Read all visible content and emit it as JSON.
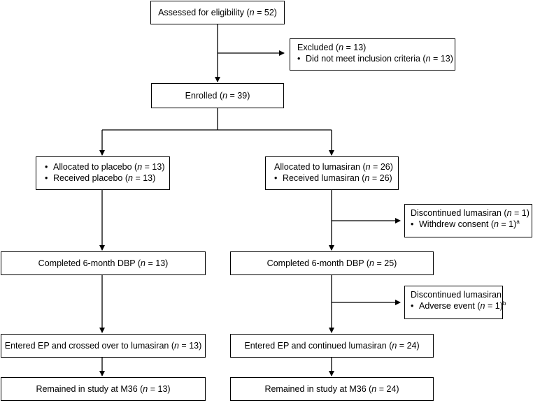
{
  "assessed": {
    "pre": "Assessed for eligibility (",
    "n": "n",
    "post": " = 52)"
  },
  "excluded": {
    "title": {
      "pre": "Excluded (",
      "n": "n",
      "post": " = 13)"
    },
    "items": [
      {
        "bullet": "•",
        "pre": "Did not meet inclusion criteria (",
        "n": "n",
        "post": " = 13)"
      }
    ]
  },
  "enrolled": {
    "pre": "Enrolled (",
    "n": "n",
    "post": " = 39)"
  },
  "placebo_alloc": {
    "items": [
      {
        "bullet": "•",
        "pre": "Allocated to placebo (",
        "n": "n",
        "post": " = 13)"
      },
      {
        "bullet": "•",
        "pre": "Received placebo  (",
        "n": "n",
        "post": " = 13)"
      }
    ]
  },
  "lumasiran_alloc": {
    "title": {
      "pre": "Allocated to lumasiran (",
      "n": "n",
      "post": " = 26)"
    },
    "items": [
      {
        "bullet": "•",
        "pre": "Received lumasiran (",
        "n": "n",
        "post": " = 26)"
      }
    ]
  },
  "discontinued_1": {
    "title": {
      "pre": "Discontinued lumasiran (",
      "n": "n",
      "post": " = 1)"
    },
    "items": [
      {
        "bullet": "•",
        "pre": "Withdrew consent (",
        "n": "n",
        "post": " = 1)",
        "sup": "a"
      }
    ]
  },
  "completed_placebo": {
    "pre": "Completed 6-month DBP (",
    "n": "n",
    "post": " = 13)"
  },
  "completed_lumasiran": {
    "pre": "Completed 6-month DBP (",
    "n": "n",
    "post": " = 25)"
  },
  "discontinued_2": {
    "title": "Discontinued lumasiran",
    "items": [
      {
        "bullet": "•",
        "pre": "Adverse event  (",
        "n": "n",
        "post": " = 1)",
        "sup": "b"
      }
    ]
  },
  "ep_placebo": {
    "pre": "Entered EP and crossed over to lumasiran (",
    "n": "n",
    "post": " = 13)"
  },
  "ep_lumasiran": {
    "pre": "Entered EP and continued lumasiran (",
    "n": "n",
    "post": " = 24)"
  },
  "m36_placebo": {
    "pre": "Remained in study at M36 (",
    "n": "n",
    "post": " = 13)"
  },
  "m36_lumasiran": {
    "pre": "Remained in study at M36 (",
    "n": "n",
    "post": " = 24)"
  },
  "colors": {
    "line": "#000000",
    "box_border": "#000000",
    "background": "#ffffff"
  }
}
